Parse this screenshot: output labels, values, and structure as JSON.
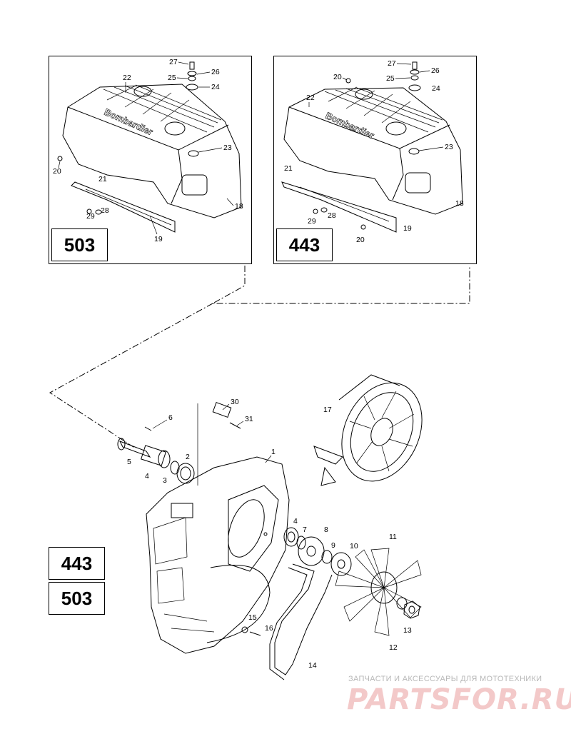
{
  "panels": [
    {
      "model": "503",
      "callouts": [
        "27",
        "26",
        "25",
        "24",
        "22",
        "23",
        "20",
        "21",
        "29",
        "28",
        "18",
        "19"
      ]
    },
    {
      "model": "443",
      "callouts": [
        "27",
        "26",
        "20",
        "25",
        "24",
        "22",
        "23",
        "21",
        "29",
        "28",
        "20",
        "19",
        "18"
      ]
    }
  ],
  "main": {
    "models": [
      "443",
      "503"
    ],
    "callouts": [
      "1",
      "2",
      "3",
      "4",
      "5",
      "6",
      "30",
      "31",
      "17",
      "4",
      "7",
      "8",
      "9",
      "10",
      "11",
      "12",
      "13",
      "14",
      "15",
      "16"
    ]
  },
  "watermark": {
    "line1": "ЗАПЧАСТИ И АКСЕССУАРЫ ДЛЯ МОТОТЕХНИКИ",
    "logo": "PARTSFOR.RU"
  }
}
